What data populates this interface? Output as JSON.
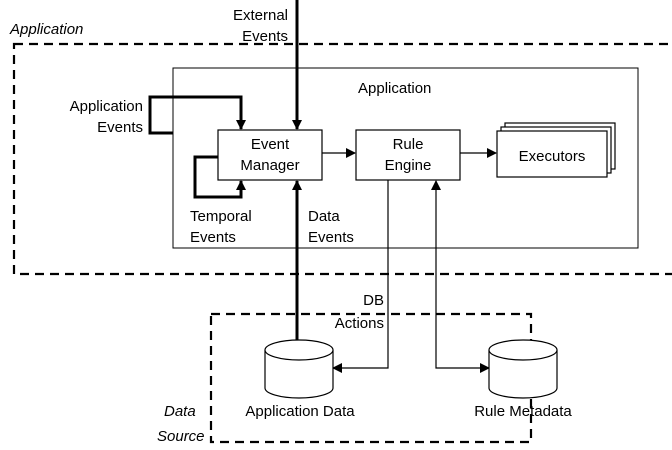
{
  "regions": {
    "application_outer": "Application",
    "application_inner": "Application",
    "data_source": [
      "Data",
      "Source"
    ]
  },
  "nodes": {
    "event_manager": [
      "Event",
      "Manager"
    ],
    "rule_engine": [
      "Rule",
      "Engine"
    ],
    "executors": "Executors",
    "application_data": "Application Data",
    "rule_metadata": "Rule Metadata"
  },
  "edge_labels": {
    "external_events": [
      "External",
      "Events"
    ],
    "application_events": [
      "Application",
      "Events"
    ],
    "temporal_events": [
      "Temporal",
      "Events"
    ],
    "data_events": [
      "Data",
      "Events"
    ],
    "db_actions": [
      "DB",
      "Actions"
    ]
  }
}
